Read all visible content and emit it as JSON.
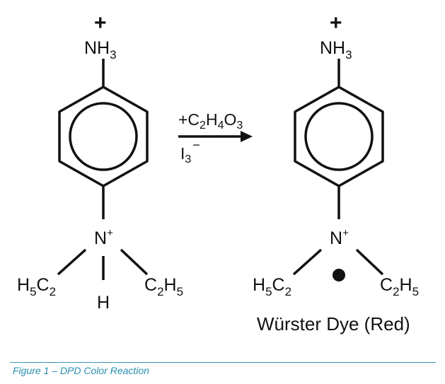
{
  "reactant": {
    "plus_top": "+",
    "amine_label": "NH",
    "amine_sub": "3",
    "n_label": "N",
    "n_charge": "+",
    "left_group": {
      "a": "H",
      "a_sub": "5",
      "b": "C",
      "b_sub": "2"
    },
    "right_group": {
      "a": "C",
      "a_sub": "2",
      "b": "H",
      "b_sub": "5"
    },
    "h_label": "H"
  },
  "arrow": {
    "reagent_prefix": "+C",
    "reagent_s1": "2",
    "reagent_mid1": "H",
    "reagent_s2": "4",
    "reagent_mid2": "O",
    "reagent_s3": "3",
    "oxidant": "I",
    "oxidant_sub": "3",
    "oxidant_charge": "−"
  },
  "product": {
    "plus_top": "+",
    "amine_label": "NH",
    "amine_sub": "3",
    "n_label": "N",
    "n_charge": "+",
    "left_group": {
      "a": "H",
      "a_sub": "5",
      "b": "C",
      "b_sub": "2"
    },
    "right_group": {
      "a": "C",
      "a_sub": "2",
      "b": "H",
      "b_sub": "5"
    },
    "name": "Würster Dye (Red)"
  },
  "caption": "Figure 1 – DPD Color Reaction",
  "colors": {
    "ink": "#111111",
    "caption": "#2a8fb0",
    "rule": "#3a96b6"
  }
}
